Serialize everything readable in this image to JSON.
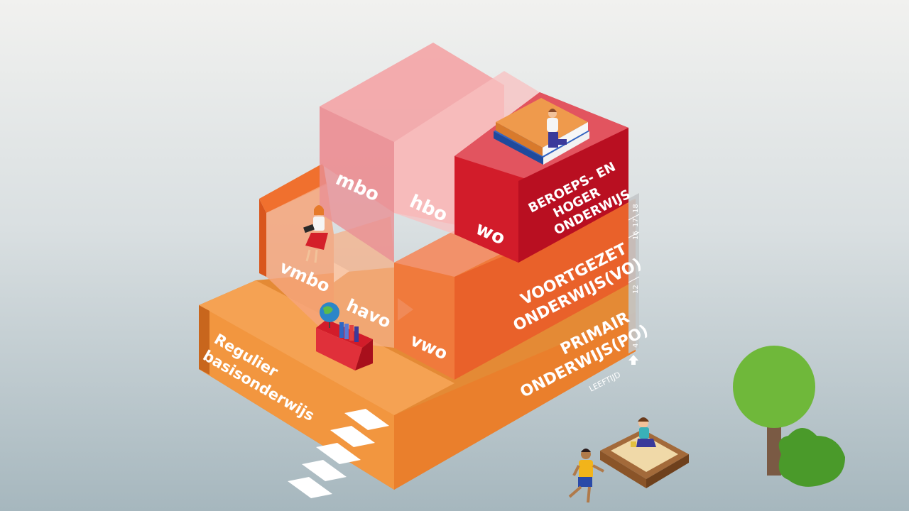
{
  "school_types": {
    "mbo": "mbo",
    "hbo": "hbo",
    "wo": "wo",
    "vmbo": "vmbo",
    "havo": "havo",
    "vwo": "vwo"
  },
  "levels": {
    "higher": [
      "BEROEPS- EN",
      "HOGER",
      "ONDERWIJS"
    ],
    "secondary": [
      "VOORTGEZET",
      "ONDERWIJS(VO)"
    ],
    "primary": [
      "PRIMAIR",
      "ONDERWIJS(PO)"
    ]
  },
  "base": [
    "Regulier",
    "basisonderwijs"
  ],
  "age_axis": {
    "title": "LEEFTIJD",
    "ticks": [
      "4",
      "12",
      "16",
      "17",
      "18"
    ]
  },
  "colors": {
    "primary_orange": "#f0913a",
    "secondary_orange": "#e9612a",
    "higher_red": "#c8152a",
    "pink": "#f6a9aa"
  }
}
